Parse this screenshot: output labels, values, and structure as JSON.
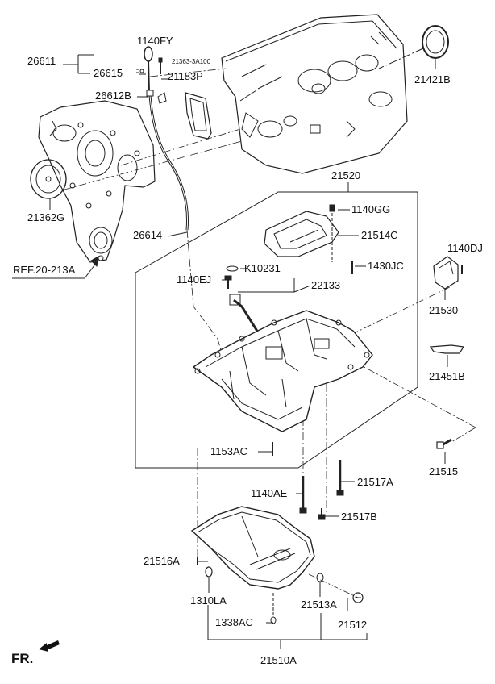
{
  "labels": {
    "p26611": "26611",
    "p1140FY": "1140FY",
    "p26615": "26615",
    "p21363_3A100": "21363-3A100",
    "p21183P": "21183P",
    "p26612B": "26612B",
    "p21421B": "21421B",
    "p21362G": "21362G",
    "p21520": "21520",
    "p1140GG": "1140GG",
    "p26614": "26614",
    "p21514C": "21514C",
    "p1140DJ": "1140DJ",
    "ref": "REF.20-213A",
    "p1430JC": "1430JC",
    "pK10231": "K10231",
    "p1140EJ": "1140EJ",
    "p22133": "22133",
    "p21530": "21530",
    "p21451B": "21451B",
    "p1153AC": "1153AC",
    "p21515": "21515",
    "p1140AE": "1140AE",
    "p21517A": "21517A",
    "p21517B": "21517B",
    "p21516A": "21516A",
    "p1310LA": "1310LA",
    "p21513A": "21513A",
    "p1338AC": "1338AC",
    "p21512": "21512",
    "p21510A": "21510A",
    "fr": "FR."
  }
}
